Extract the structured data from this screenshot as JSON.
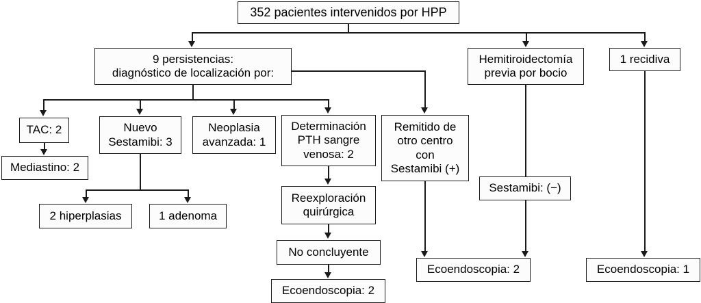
{
  "diagram": {
    "title": "Diagrama de flujo de pacientes intervenidos por HPP",
    "stroke_color": "#1a1a1a",
    "box_fill": "#fcfcfc",
    "background": "#ffffff",
    "nodes": {
      "root": "352 pacientes intervenidos por HPP",
      "persistencias": "9 persistencias:\ndiagnóstico de localización por:",
      "hemitiroidectomia": "Hemitiroidectomía\nprevia por bocio",
      "recidiva": "1 recidiva",
      "tac": "TAC: 2",
      "mediastino": "Mediastino: 2",
      "nuevo_sestamibi": "Nuevo\nSestamibi: 3",
      "neoplasia": "Neoplasia\navanzada: 1",
      "determinacion_pth": "Determinación\nPTH sangre\nvenosa: 2",
      "remitido": "Remitido de\notro centro\ncon\nSestamibi (+)",
      "hiperplasias": "2 hiperplasias",
      "adenoma": "1 adenoma",
      "reexploracion": "Reexploración\nquirúrgica",
      "no_concluyente": "No concluyente",
      "sestamibi_neg": "Sestamibi: (−)",
      "ecoendoscopia_pth": "Ecoendoscopia: 2",
      "ecoendoscopia_centro": "Ecoendoscopia: 2",
      "ecoendoscopia_recidiva": "Ecoendoscopia: 1"
    }
  }
}
